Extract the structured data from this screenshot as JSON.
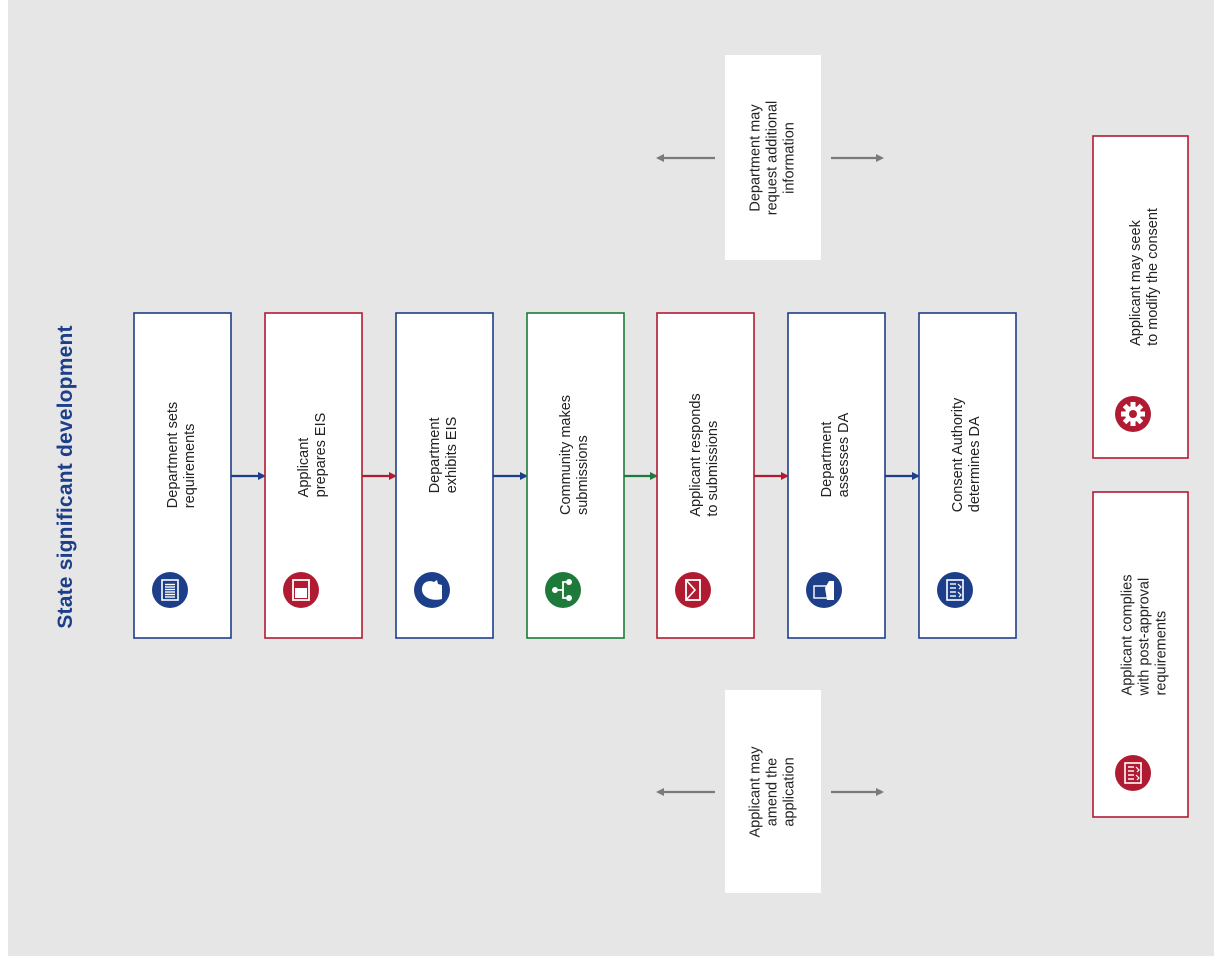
{
  "title": "State significant development",
  "colors": {
    "navy": "#1d3f8a",
    "red": "#b11b32",
    "green": "#1d7a3a",
    "grey_arrow": "#7a7a7a"
  },
  "steps": [
    {
      "text": "Department sets\nrequirements",
      "color": "navy",
      "icon": "barcode-icon"
    },
    {
      "text": "Applicant\nprepares EIS",
      "color": "red",
      "icon": "document-icon"
    },
    {
      "text": "Department\nexhibits EIS",
      "color": "navy",
      "icon": "face-profile-icon"
    },
    {
      "text": "Community makes\nsubmissions",
      "color": "green",
      "icon": "people-network-icon"
    },
    {
      "text": "Applicant responds\nto submissions",
      "color": "red",
      "icon": "envelope-icon"
    },
    {
      "text": "Department\nassesses DA",
      "color": "navy",
      "icon": "hand-document-icon"
    },
    {
      "text": "Consent Authority\ndetermines DA",
      "color": "navy",
      "icon": "checklist-icon"
    }
  ],
  "notes": {
    "amend": "Applicant may\namend the\napplication",
    "request": "Department may\nrequest additional\ninformation"
  },
  "post": [
    {
      "text": "Applicant complies\nwith post-approval\nrequirements",
      "icon": "checklist-icon"
    },
    {
      "text": "Applicant may seek\nto modify the consent",
      "icon": "gear-icon"
    }
  ]
}
